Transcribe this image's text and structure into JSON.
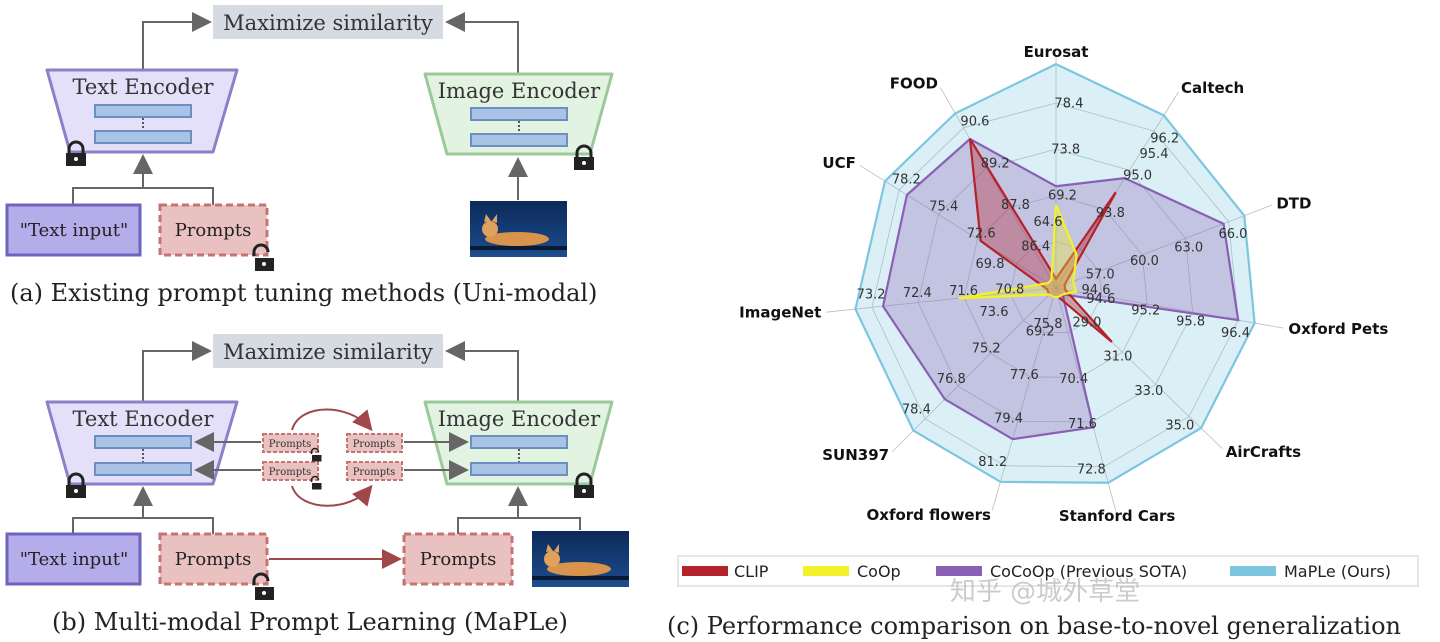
{
  "left": {
    "panel_a": {
      "maximize_label": "Maximize similarity",
      "text_encoder_label": "Text Encoder",
      "image_encoder_label": "Image Encoder",
      "text_input_label": "\"Text input\"",
      "prompts_label": "Prompts",
      "caption": "(a) Existing prompt tuning methods (Uni-modal)"
    },
    "panel_b": {
      "maximize_label": "Maximize similarity",
      "text_encoder_label": "Text Encoder",
      "image_encoder_label": "Image Encoder",
      "text_input_label": "\"Text input\"",
      "prompts_label": "Prompts",
      "small_prompts_label": "Prompts",
      "image_prompts_label": "Prompts",
      "caption": "(b) Multi-modal Prompt Learning (MaPLe)"
    }
  },
  "right": {
    "caption": "(c) Performance comparison on base-to-novel generalization",
    "watermark": "知乎 @城外草堂",
    "chart_data": {
      "type": "radar",
      "axes": [
        "Eurosat",
        "Caltech",
        "DTD",
        "Oxford Pets",
        "AirCrafts",
        "Stanford Cars",
        "Oxford flowers",
        "SUN397",
        "ImageNet",
        "UCF",
        "FOOD"
      ],
      "axis_angles_deg": [
        0,
        32,
        69,
        100,
        134,
        165,
        196,
        225,
        264,
        302,
        330
      ],
      "ring_ticks": [
        [
          "69.2",
          "73.8",
          "78.4"
        ],
        [
          "93.8",
          "95.0",
          "96.2"
        ],
        [
          "57.0",
          "60.0",
          "63.0",
          "66.0"
        ],
        [
          "94.6",
          "95.2",
          "95.8",
          "96.4"
        ],
        [
          "29.0",
          "31.0",
          "33.0",
          "35.0"
        ],
        [
          "70.4",
          "71.6",
          "72.8"
        ],
        [
          "69.2",
          "77.6",
          "79.4",
          "81.2"
        ],
        [
          "75.2",
          "76.8",
          "78.4"
        ],
        [
          "70.8",
          "71.6",
          "72.4",
          "73.2"
        ],
        [
          "72.6",
          "75.4",
          "78.2"
        ],
        [
          "86.4",
          "87.8",
          "89.2",
          "90.6"
        ]
      ],
      "extra_ticks": [
        "64.6",
        "69.8",
        "73.6",
        "75.8",
        "94.6",
        "95.4"
      ],
      "series": [
        {
          "name": "CLIP",
          "color": "#b5222b",
          "radius": [
            0.05,
            0.61,
            0.05,
            0.05,
            0.42,
            0.05,
            0.05,
            0.05,
            0.05,
            0.48,
            0.93
          ]
        },
        {
          "name": "CoOp",
          "color": "#f2f22a",
          "radius": [
            0.45,
            0.21,
            0.1,
            0.11,
            0.05,
            0.05,
            0.05,
            0.05,
            0.53,
            0.05,
            0.05
          ]
        },
        {
          "name": "CoCoOp (Previous SOTA)",
          "color": "#8a5fb4",
          "radius": [
            0.55,
            0.7,
            0.97,
            1.0,
            0.05,
            0.78,
            0.85,
            0.85,
            0.94,
            0.95,
            0.93
          ]
        },
        {
          "name": "MaPLe (Ours)",
          "color": "#7cc6e0",
          "radius": [
            1.21,
            1.1,
            1.09,
            1.09,
            1.09,
            1.09,
            1.09,
            1.09,
            1.09,
            1.09,
            1.09
          ]
        }
      ]
    }
  }
}
